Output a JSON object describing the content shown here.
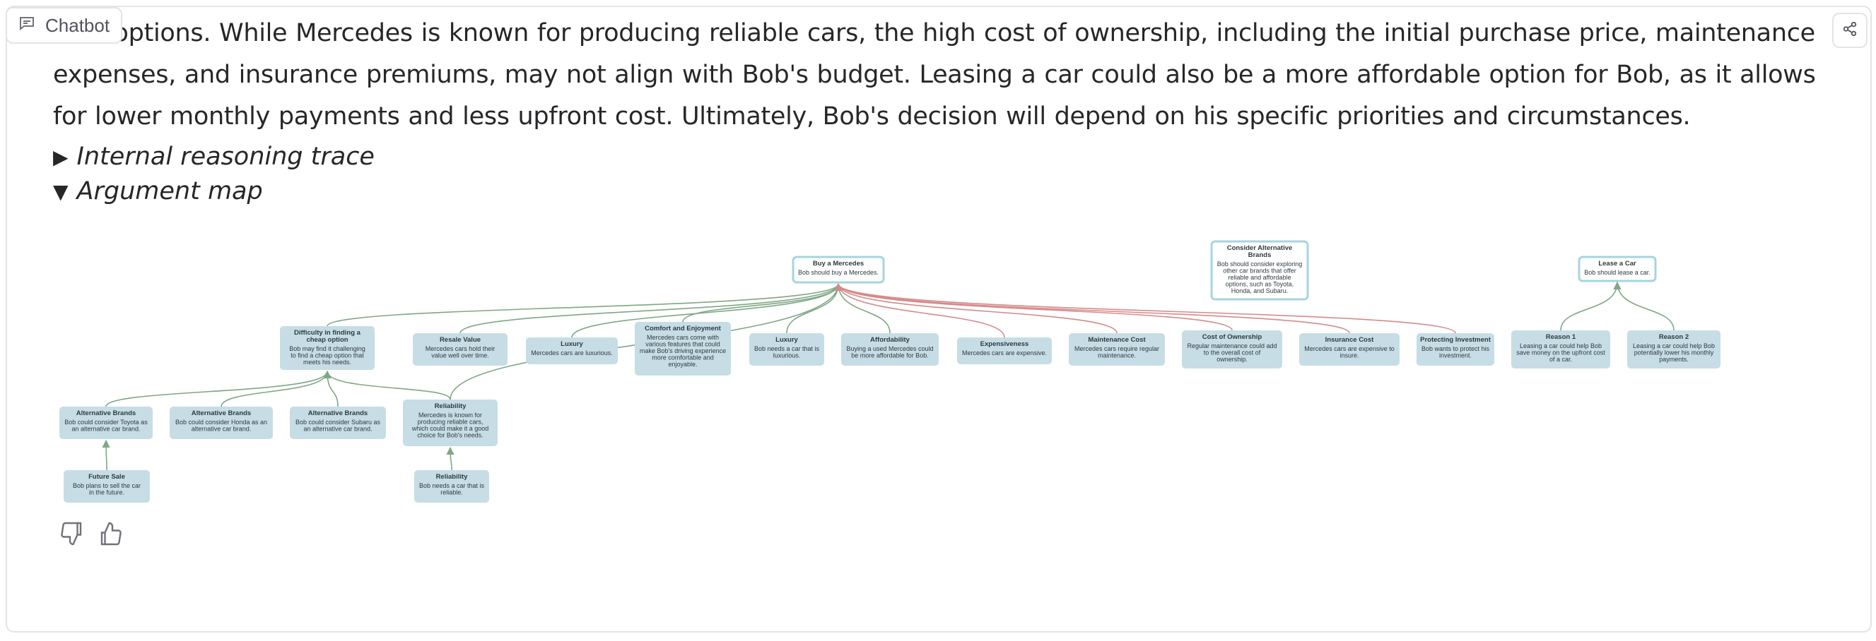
{
  "chatbot_label": "Chatbot",
  "message_text": "able options. While Mercedes is known for producing reliable cars, the high cost of ownership, including the initial purchase price, maintenance expenses, and insurance premiums, may not align with Bob's budget. Leasing a car could also be a more affordable option for Bob, as it allows for lower monthly payments and less upfront cost. Ultimately, Bob's decision will depend on his specific priorities and circumstances.",
  "reasoning_label": "Internal reasoning trace",
  "argmap_label": "Argument map",
  "colors": {
    "support_edge": "#7fa784",
    "attack_edge": "#d58a8a",
    "node_fill": "#c6dde5",
    "highlight_border": "#a7d4de"
  },
  "icons": {
    "chatbot": "chat-bubble-icon",
    "share": "share-icon",
    "dislike": "thumbs-down-icon",
    "like": "thumbs-up-icon"
  },
  "argument_map": {
    "nodes": [
      {
        "id": "buy",
        "title": "Buy a Mercedes",
        "text": "Bob should buy a Mercedes.",
        "highlight": true
      },
      {
        "id": "alt_cons",
        "title": "Consider Alternative Brands",
        "text": "Bob should consider exploring other car brands that offer reliable and affordable options, such as Toyota, Honda, and Subaru.",
        "highlight": true
      },
      {
        "id": "lease",
        "title": "Lease a Car",
        "text": "Bob should lease a car.",
        "highlight": true
      },
      {
        "id": "difficulty",
        "title": "Difficulty in finding a cheap option",
        "text": "Bob may find it challenging to find a cheap option that meets his needs."
      },
      {
        "id": "resale",
        "title": "Resale Value",
        "text": "Mercedes cars hold their value well over time."
      },
      {
        "id": "luxury1",
        "title": "Luxury",
        "text": "Mercedes cars are luxurious."
      },
      {
        "id": "comfort",
        "title": "Comfort and Enjoyment",
        "text": "Mercedes cars come with various features that could make Bob's driving experience more comfortable and enjoyable."
      },
      {
        "id": "luxury2",
        "title": "Luxury",
        "text": "Bob needs a car that is luxurious."
      },
      {
        "id": "afford",
        "title": "Affordability",
        "text": "Buying a used Mercedes could be more affordable for Bob."
      },
      {
        "id": "expens",
        "title": "Expensiveness",
        "text": "Mercedes cars are expensive."
      },
      {
        "id": "maint",
        "title": "Maintenance Cost",
        "text": "Mercedes cars require regular maintenance."
      },
      {
        "id": "costown",
        "title": "Cost of Ownership",
        "text": "Regular maintenance could add to the overall cost of ownership."
      },
      {
        "id": "insur",
        "title": "Insurance Cost",
        "text": "Mercedes cars are expensive to insure."
      },
      {
        "id": "protect",
        "title": "Protecting Investment",
        "text": "Bob wants to protect his investment."
      },
      {
        "id": "reason1",
        "title": "Reason 1",
        "text": "Leasing a car could help Bob save money on the upfront cost of a car."
      },
      {
        "id": "reason2",
        "title": "Reason 2",
        "text": "Leasing a car could help Bob potentially lower his monthly payments."
      },
      {
        "id": "altb1",
        "title": "Alternative Brands",
        "text": "Bob could consider Toyota as an alternative car brand."
      },
      {
        "id": "altb2",
        "title": "Alternative Brands",
        "text": "Bob could consider Honda as an alternative car brand."
      },
      {
        "id": "altb3",
        "title": "Alternative Brands",
        "text": "Bob could consider Subaru as an alternative car brand."
      },
      {
        "id": "rel1",
        "title": "Reliability",
        "text": "Mercedes is known for producing reliable cars, which could make it a good choice for Bob's needs."
      },
      {
        "id": "future",
        "title": "Future Sale",
        "text": "Bob plans to sell the car in the future."
      },
      {
        "id": "rel2",
        "title": "Reliability",
        "text": "Bob needs a car that is reliable."
      }
    ],
    "edges": [
      {
        "from": "difficulty",
        "to": "buy",
        "type": "support"
      },
      {
        "from": "resale",
        "to": "buy",
        "type": "support"
      },
      {
        "from": "luxury1",
        "to": "buy",
        "type": "support"
      },
      {
        "from": "comfort",
        "to": "buy",
        "type": "support"
      },
      {
        "from": "luxury2",
        "to": "buy",
        "type": "support"
      },
      {
        "from": "afford",
        "to": "buy",
        "type": "support"
      },
      {
        "from": "rel1",
        "to": "buy",
        "type": "support"
      },
      {
        "from": "expens",
        "to": "buy",
        "type": "attack"
      },
      {
        "from": "maint",
        "to": "buy",
        "type": "attack"
      },
      {
        "from": "costown",
        "to": "buy",
        "type": "attack"
      },
      {
        "from": "insur",
        "to": "buy",
        "type": "attack"
      },
      {
        "from": "protect",
        "to": "buy",
        "type": "attack"
      },
      {
        "from": "reason1",
        "to": "lease",
        "type": "support"
      },
      {
        "from": "reason2",
        "to": "lease",
        "type": "support"
      },
      {
        "from": "altb1",
        "to": "difficulty",
        "type": "support"
      },
      {
        "from": "altb2",
        "to": "difficulty",
        "type": "support"
      },
      {
        "from": "altb3",
        "to": "difficulty",
        "type": "support"
      },
      {
        "from": "rel1",
        "to": "difficulty",
        "type": "support"
      },
      {
        "from": "rel2",
        "to": "rel1",
        "type": "support"
      },
      {
        "from": "future",
        "to": "altb1",
        "type": "support"
      }
    ]
  }
}
